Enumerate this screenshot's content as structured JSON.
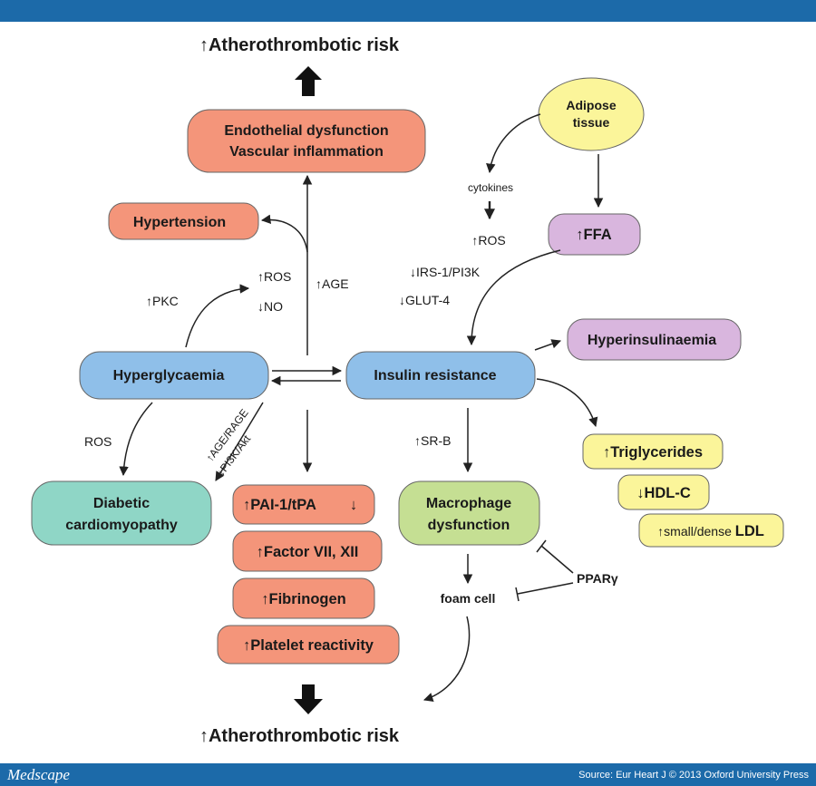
{
  "colors": {
    "header_bar": "#1c6aa9",
    "salmon": "#f4957a",
    "blue": "#8fbfe9",
    "yellow": "#fbf59a",
    "lavender": "#d9b6de",
    "teal": "#8fd6c6",
    "green": "#c5df93"
  },
  "title_top": {
    "arrow": "↑",
    "text": "Atherothrombotic risk"
  },
  "title_bottom": {
    "arrow": "↑",
    "text": "Atherothrombotic risk"
  },
  "boxes": {
    "endothelial": {
      "line1": "Endothelial dysfunction",
      "line2": "Vascular inflammation"
    },
    "hypertension": "Hypertension",
    "adipose": {
      "line1": "Adipose",
      "line2": "tissue"
    },
    "ffa": {
      "arrow": "↑",
      "text": "FFA"
    },
    "hyperglycaemia": "Hyperglycaemia",
    "insulin_resistance": "Insulin resistance",
    "hyperinsulinaemia": "Hyperinsulinaemia",
    "diabetic_cardiomyopathy": {
      "line1": "Diabetic",
      "line2": "cardiomyopathy"
    },
    "macrophage": {
      "line1": "Macrophage",
      "line2": "dysfunction"
    },
    "pai": {
      "up": "↑",
      "text": "PAI-1/tPA",
      "down": "↓"
    },
    "factor": {
      "arrow": "↑",
      "text": "Factor VII, XII"
    },
    "fibrinogen": {
      "arrow": "↑",
      "text": "Fibrinogen"
    },
    "platelet": {
      "arrow": "↑",
      "text": "Platelet reactivity"
    },
    "triglycerides": {
      "arrow": "↑",
      "text": "Triglycerides"
    },
    "hdl": {
      "arrow": "↓",
      "text": "HDL-C"
    },
    "ldl": {
      "arrow": "↑",
      "prefix": "small/dense ",
      "text": "LDL"
    }
  },
  "labels": {
    "cytokines": "cytokines",
    "ros_up": "↑ROS",
    "irs": "↓IRS-1/PI3K",
    "glut": "↓GLUT-4",
    "ros_center": "↑ROS",
    "no_center": "↓NO",
    "age_center": "↑AGE",
    "pkc": "↑PKC",
    "ros_left": "ROS",
    "age_rage": "↑AGE/RAGE",
    "pi3k_akt": "↓PI3K/Akt",
    "srb": "↑SR-B",
    "pparg": "PPARγ",
    "foam_cell": "foam cell"
  },
  "footer": {
    "logo": "Medscape",
    "source": "Source: Eur Heart J © 2013 Oxford University Press"
  }
}
